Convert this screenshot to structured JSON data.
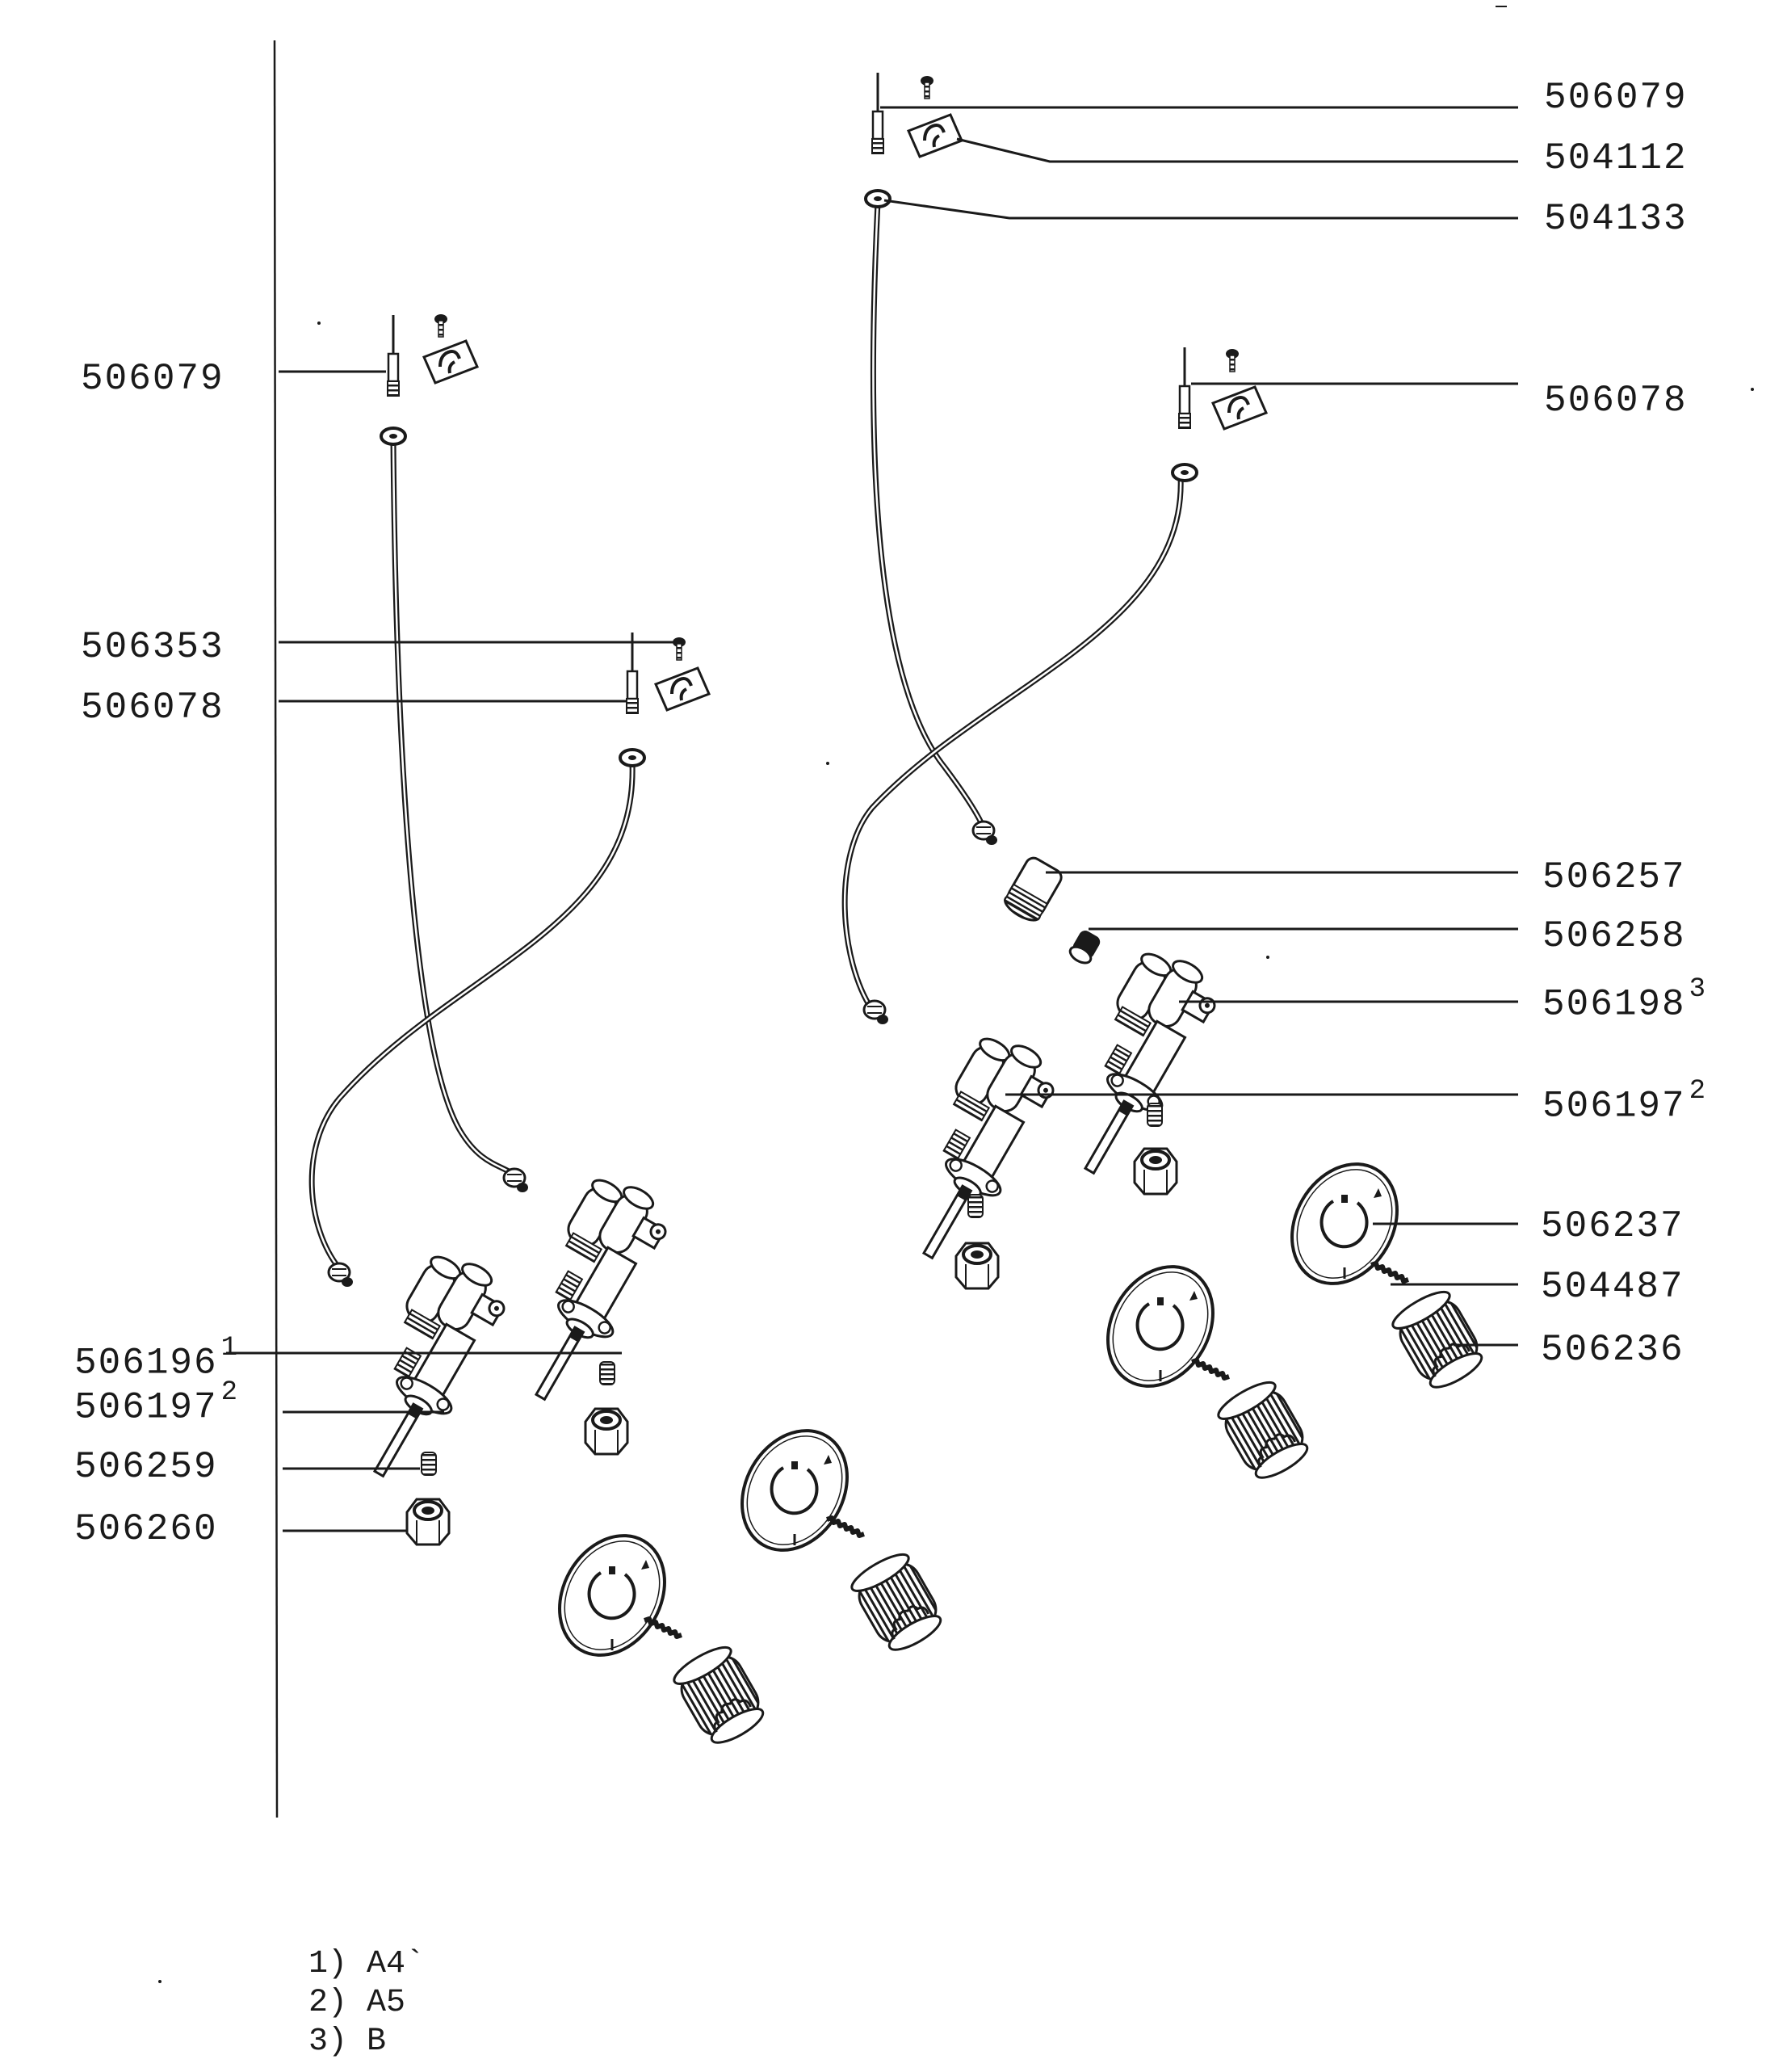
{
  "labels": {
    "left_506079": "506079",
    "left_506353": "506353",
    "left_506078": "506078",
    "left_506196": "506196",
    "left_506196_sup": "1",
    "left_506197": "506197",
    "left_506197_sup": "2",
    "left_506259": "506259",
    "left_506260": "506260",
    "right_506079": "506079",
    "right_504112": "504112",
    "right_504133": "504133",
    "right_506078": "506078",
    "right_506257": "506257",
    "right_506258": "506258",
    "right_506198": "506198",
    "right_506198_sup": "3",
    "right_506197": "506197",
    "right_506197_sup": "2",
    "right_506237": "506237",
    "right_504487": "504487",
    "right_506236": "506236"
  },
  "footnotes": [
    "1) A4`",
    "2) A5",
    "3) B"
  ],
  "colors": {
    "ink": "#1a1a1a",
    "background": "#ffffff"
  }
}
